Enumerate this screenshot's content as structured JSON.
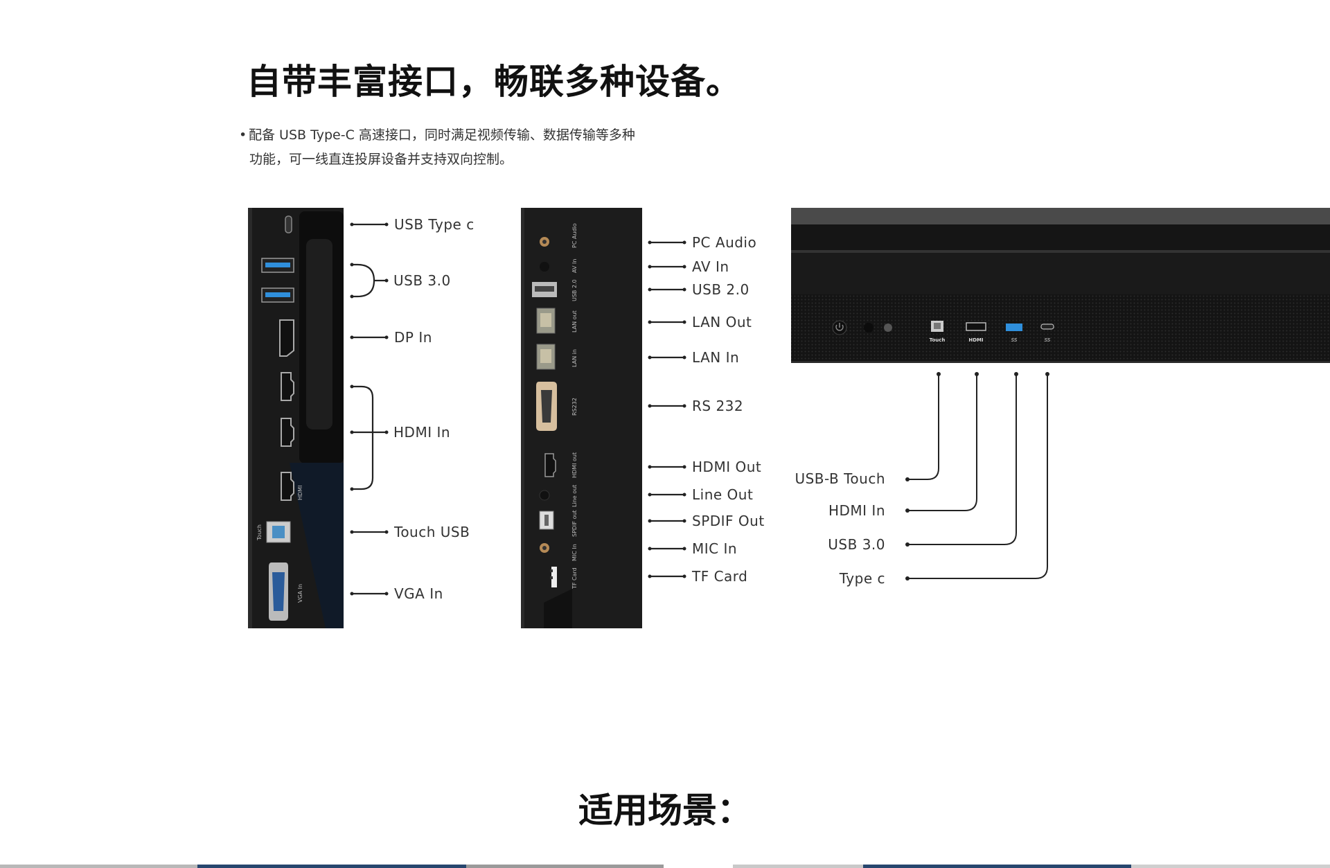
{
  "heading": "自带丰富接口，畅联多种设备。",
  "description": {
    "bullet": "•",
    "line1": "配备 USB Type-C 高速接口，同时满足视频传输、数据传输等多种",
    "line2": "功能，可一线直连投屏设备并支持双向控制。"
  },
  "left_panel": {
    "labels": [
      "USB Type c",
      "USB 3.0",
      "DP In",
      "HDMI In",
      "Touch USB",
      "VGA In"
    ],
    "side_prints": [
      "Touch",
      "VGA In",
      "HDMI"
    ]
  },
  "middle_panel": {
    "labels": [
      "PC Audio",
      "AV In",
      "USB 2.0",
      "LAN Out",
      "LAN In",
      "RS 232",
      "HDMI Out",
      "Line Out",
      "SPDIF Out",
      "MIC In",
      "TF Card"
    ],
    "side_prints": [
      "PC Audio",
      "AV In",
      "USB 2.0",
      "LAN out",
      "LAN in",
      "RS232",
      "HDMI out",
      "Line out",
      "SPDIF out",
      "MIC In",
      "TF Card"
    ]
  },
  "front_panel": {
    "labels": [
      "USB-B Touch",
      "HDMI In",
      "USB 3.0",
      "Type c"
    ],
    "port_prints": [
      "Touch",
      "HDMI",
      "SS",
      "SS"
    ]
  },
  "scene_title": "适用场景：",
  "colors": {
    "panel": "#1c1c1c",
    "usb3_blue": "#2f8fdc",
    "line": "#222222",
    "strip_blue": "#27466e"
  }
}
